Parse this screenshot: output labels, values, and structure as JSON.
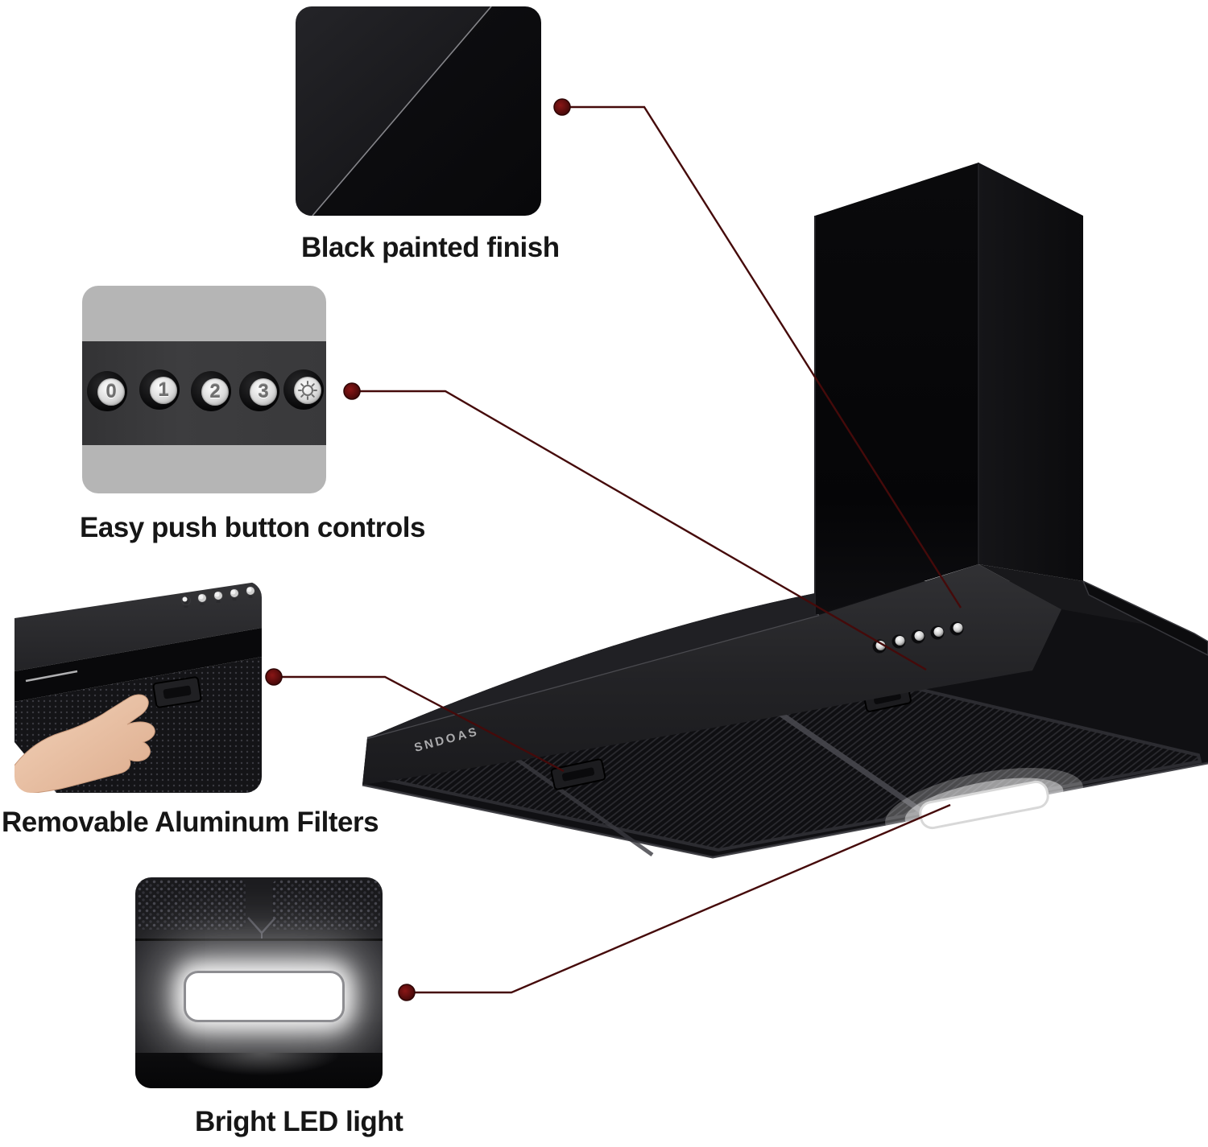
{
  "brand": {
    "logo_text": "SNDOAS"
  },
  "features": [
    {
      "id": "finish",
      "label": "Black painted finish"
    },
    {
      "id": "controls",
      "label": "Easy push button controls"
    },
    {
      "id": "filters",
      "label": "Removable Aluminum Filters"
    },
    {
      "id": "led",
      "label": "Bright LED light"
    }
  ],
  "control_panel": {
    "speed_buttons": [
      "0",
      "1",
      "2",
      "3"
    ],
    "light_button": "light-bulb-icon"
  },
  "colors": {
    "background": "#ffffff",
    "label_text": "#161616",
    "leader_line": "#450a0a",
    "leader_dot": "#6b1111",
    "hood_black": "#0e0e10",
    "band_gray": "#242427",
    "inset_gray": "#b5b5b5",
    "panel_gray": "#3a3a3c",
    "chrome": "#e8e8e8",
    "led_white": "#ffffff"
  }
}
